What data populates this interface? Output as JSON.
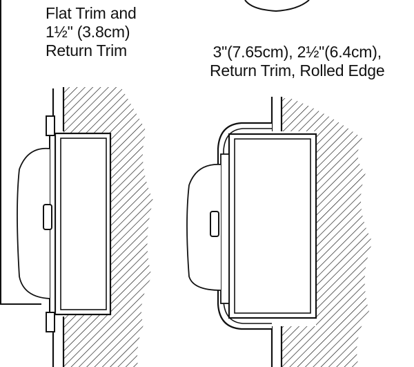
{
  "left_figure": {
    "caption_lines": [
      "Flat Trim and",
      "1½\" (3.8cm)",
      "Return Trim"
    ]
  },
  "right_figure": {
    "caption_lines": [
      "3\"(7.65cm), 2½\"(6.4cm),",
      "Return Trim, Rolled Edge"
    ]
  },
  "colors": {
    "line": "#111111",
    "background": "#ffffff"
  }
}
